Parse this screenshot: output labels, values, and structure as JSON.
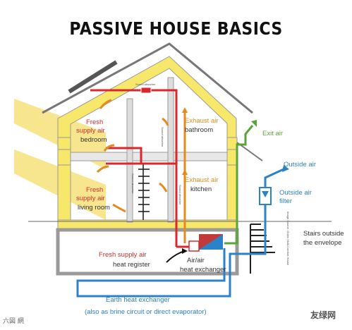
{
  "title": "PASSIVE HOUSE BASICS",
  "labels": {
    "fresh_supply_air_bedroom_1": "Fresh",
    "fresh_supply_air_bedroom_2": "supply air",
    "bedroom": "bedroom",
    "exhaust_air_bathroom_1": "Exhaust air",
    "bathroom": "bathroom",
    "exit_air": "Exit air",
    "outside_air_top": "Outside air",
    "outside_air_filter_1": "Outside air",
    "outside_air_filter_2": "filter",
    "fresh_supply_air_living_1": "Fresh",
    "fresh_supply_air_living_2": "supply air",
    "living_room": "living room",
    "exhaust_air_kitchen_1": "Exhaust air",
    "kitchen": "kitchen",
    "stairs_1": "Stairs outside",
    "stairs_2": "the envelope",
    "fresh_supply_air_register": "Fresh supply air",
    "heat_register": "heat register",
    "heat_exchanger_1": "Air/air",
    "heat_exchanger_2": "heat exchanger",
    "earth_heat_exchanger": "Earth heat exchanger",
    "brine_circuit": "(also as brine circuit or direct evaporator)",
    "sound_absorber_top": "Sound absorber",
    "sound_absorber_v1": "Sound absorber",
    "sound_absorber_v2": "Sound absorber",
    "sound_absorber_v3": "Sound absorber",
    "credit": "Image Source: Green Multi-Comfort House",
    "watermark_left": "六図 網",
    "watermark_right": "友绿网"
  },
  "colors": {
    "insulation": "#f7e76a",
    "supply_duct": "#d8282c",
    "exhaust_duct": "#e58a1f",
    "exit_duct": "#5aa53a",
    "outside_duct": "#2c82c9",
    "structure": "#9a9a9a"
  }
}
